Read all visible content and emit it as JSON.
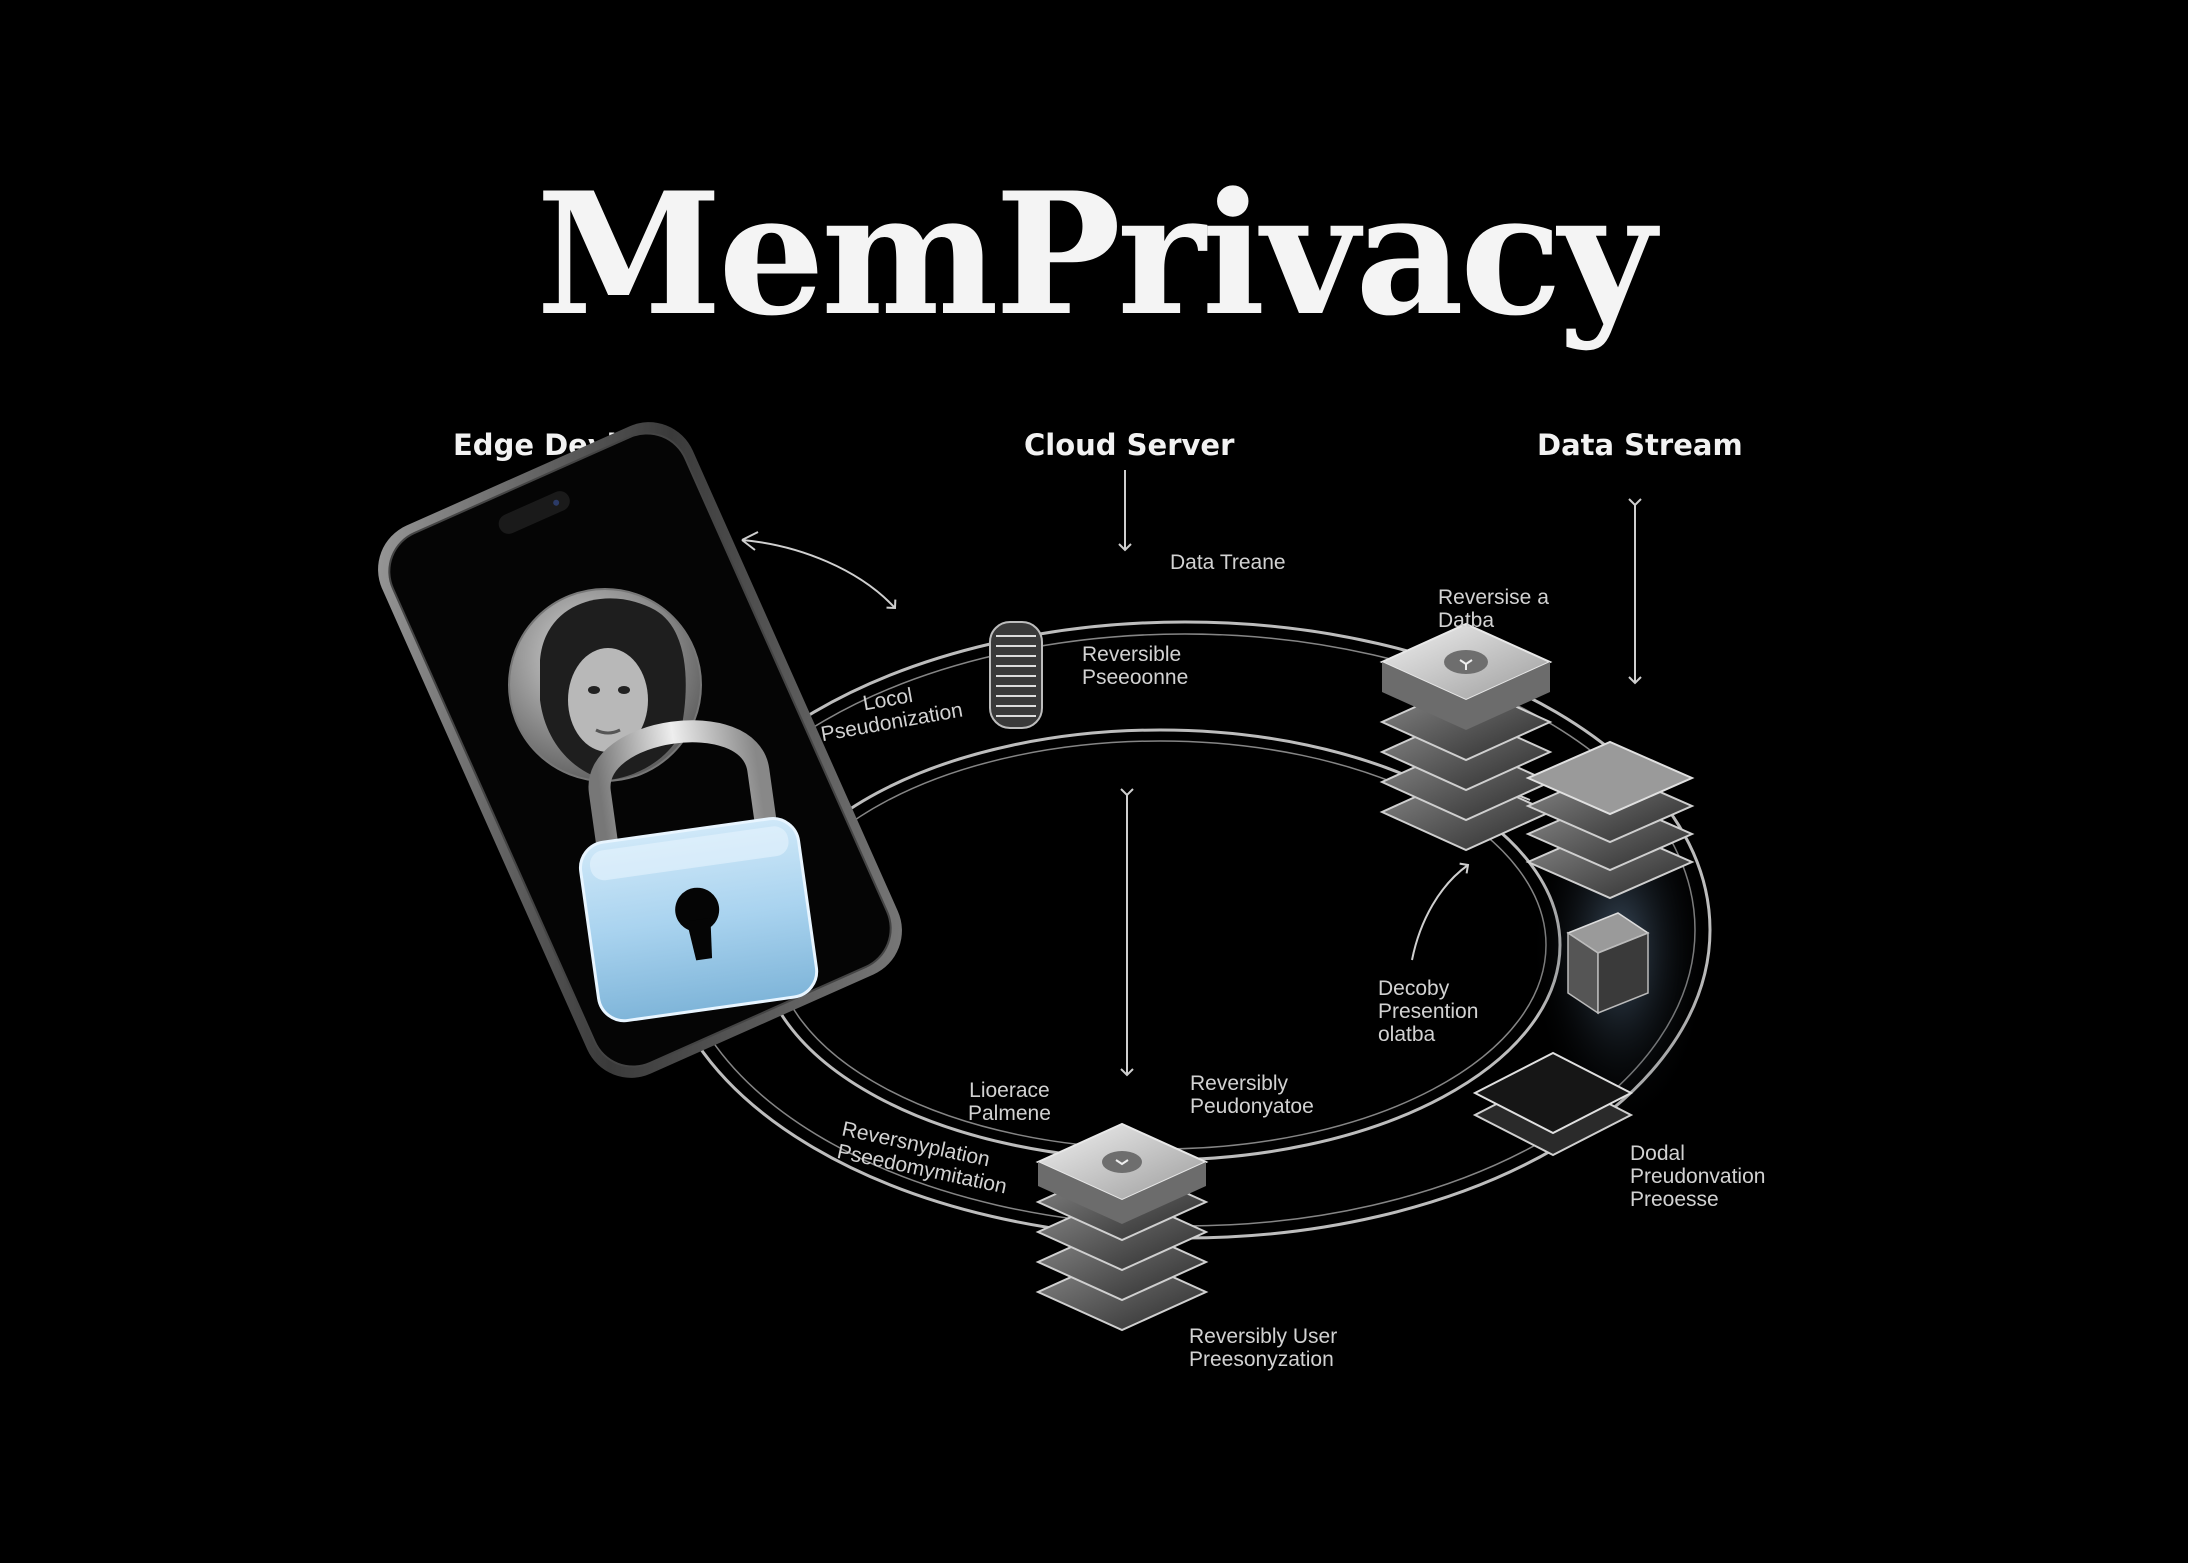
{
  "title": "MemPrivacy",
  "headers": {
    "edge": "Edge Device",
    "cloud": "Cloud Server",
    "stream": "Data Stream"
  },
  "labels": {
    "data_treane": "Data Treane",
    "reversise_data": "Reversise a\nDatba",
    "reversible_pseudonne": "Reversible\nPseeoonne",
    "local_pseudo": "Locol\nPseudonization",
    "decoby": "Decoby\nPresention\nolatba",
    "lioerace": "Lioerace\nPalmene",
    "reversibly_pseudonyatoe": "Reversibly\nPeudonyatoe",
    "reversible_pseudonymitation": "Reversnyplation\nPseedomymitation",
    "dodal": "Dodal\nPreudonvation\nPreoesse",
    "reversibly_user": "Reversibly User\nPreesonyzation"
  },
  "colors": {
    "background": "#000000",
    "lock_body": "#a9d3ef",
    "ring": "#bfbfbf"
  },
  "icons": [
    "phone-icon",
    "avatar-icon",
    "padlock-icon",
    "server-stack-icon",
    "data-chip-icon"
  ]
}
